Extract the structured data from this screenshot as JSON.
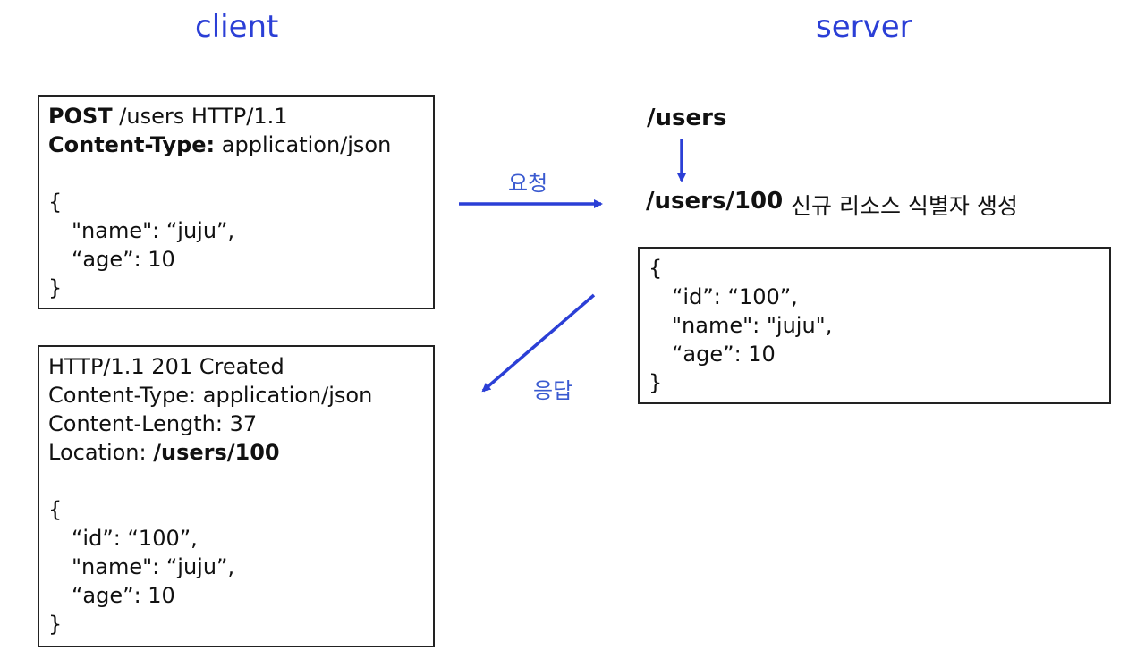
{
  "client_title": "client",
  "server_title": "server",
  "request_box": {
    "method": "POST",
    "request_line_rest": " /users HTTP/1.1",
    "header_name": "Content-Type:",
    "header_value": " application/json",
    "open_brace": "{",
    "line_name": "\"name\": “juju”,",
    "line_age": "“age”: 10",
    "close_brace": "}"
  },
  "request_label": "요청",
  "response_label": "응답",
  "server": {
    "path": "/users",
    "new_path": "/users/100",
    "new_path_desc": "신규 리소스 식별자 생성",
    "json_open": "{",
    "json_id": "“id”: “100”,",
    "json_name": "\"name\": \"juju\",",
    "json_age": "“age”: 10",
    "json_close": "}"
  },
  "response_box": {
    "status_line": "HTTP/1.1 201 Created",
    "content_type": "Content-Type: application/json",
    "content_length": "Content-Length: 37",
    "location_label": "Location: ",
    "location_value": "/users/100",
    "open_brace": "{",
    "line_id": "“id”: “100”,",
    "line_name": "\"name\": “juju”,",
    "line_age": "“age”: 10",
    "close_brace": "}"
  },
  "colors": {
    "accent": "#2b3fd6",
    "label": "#3a5ad0",
    "border": "#222222"
  }
}
